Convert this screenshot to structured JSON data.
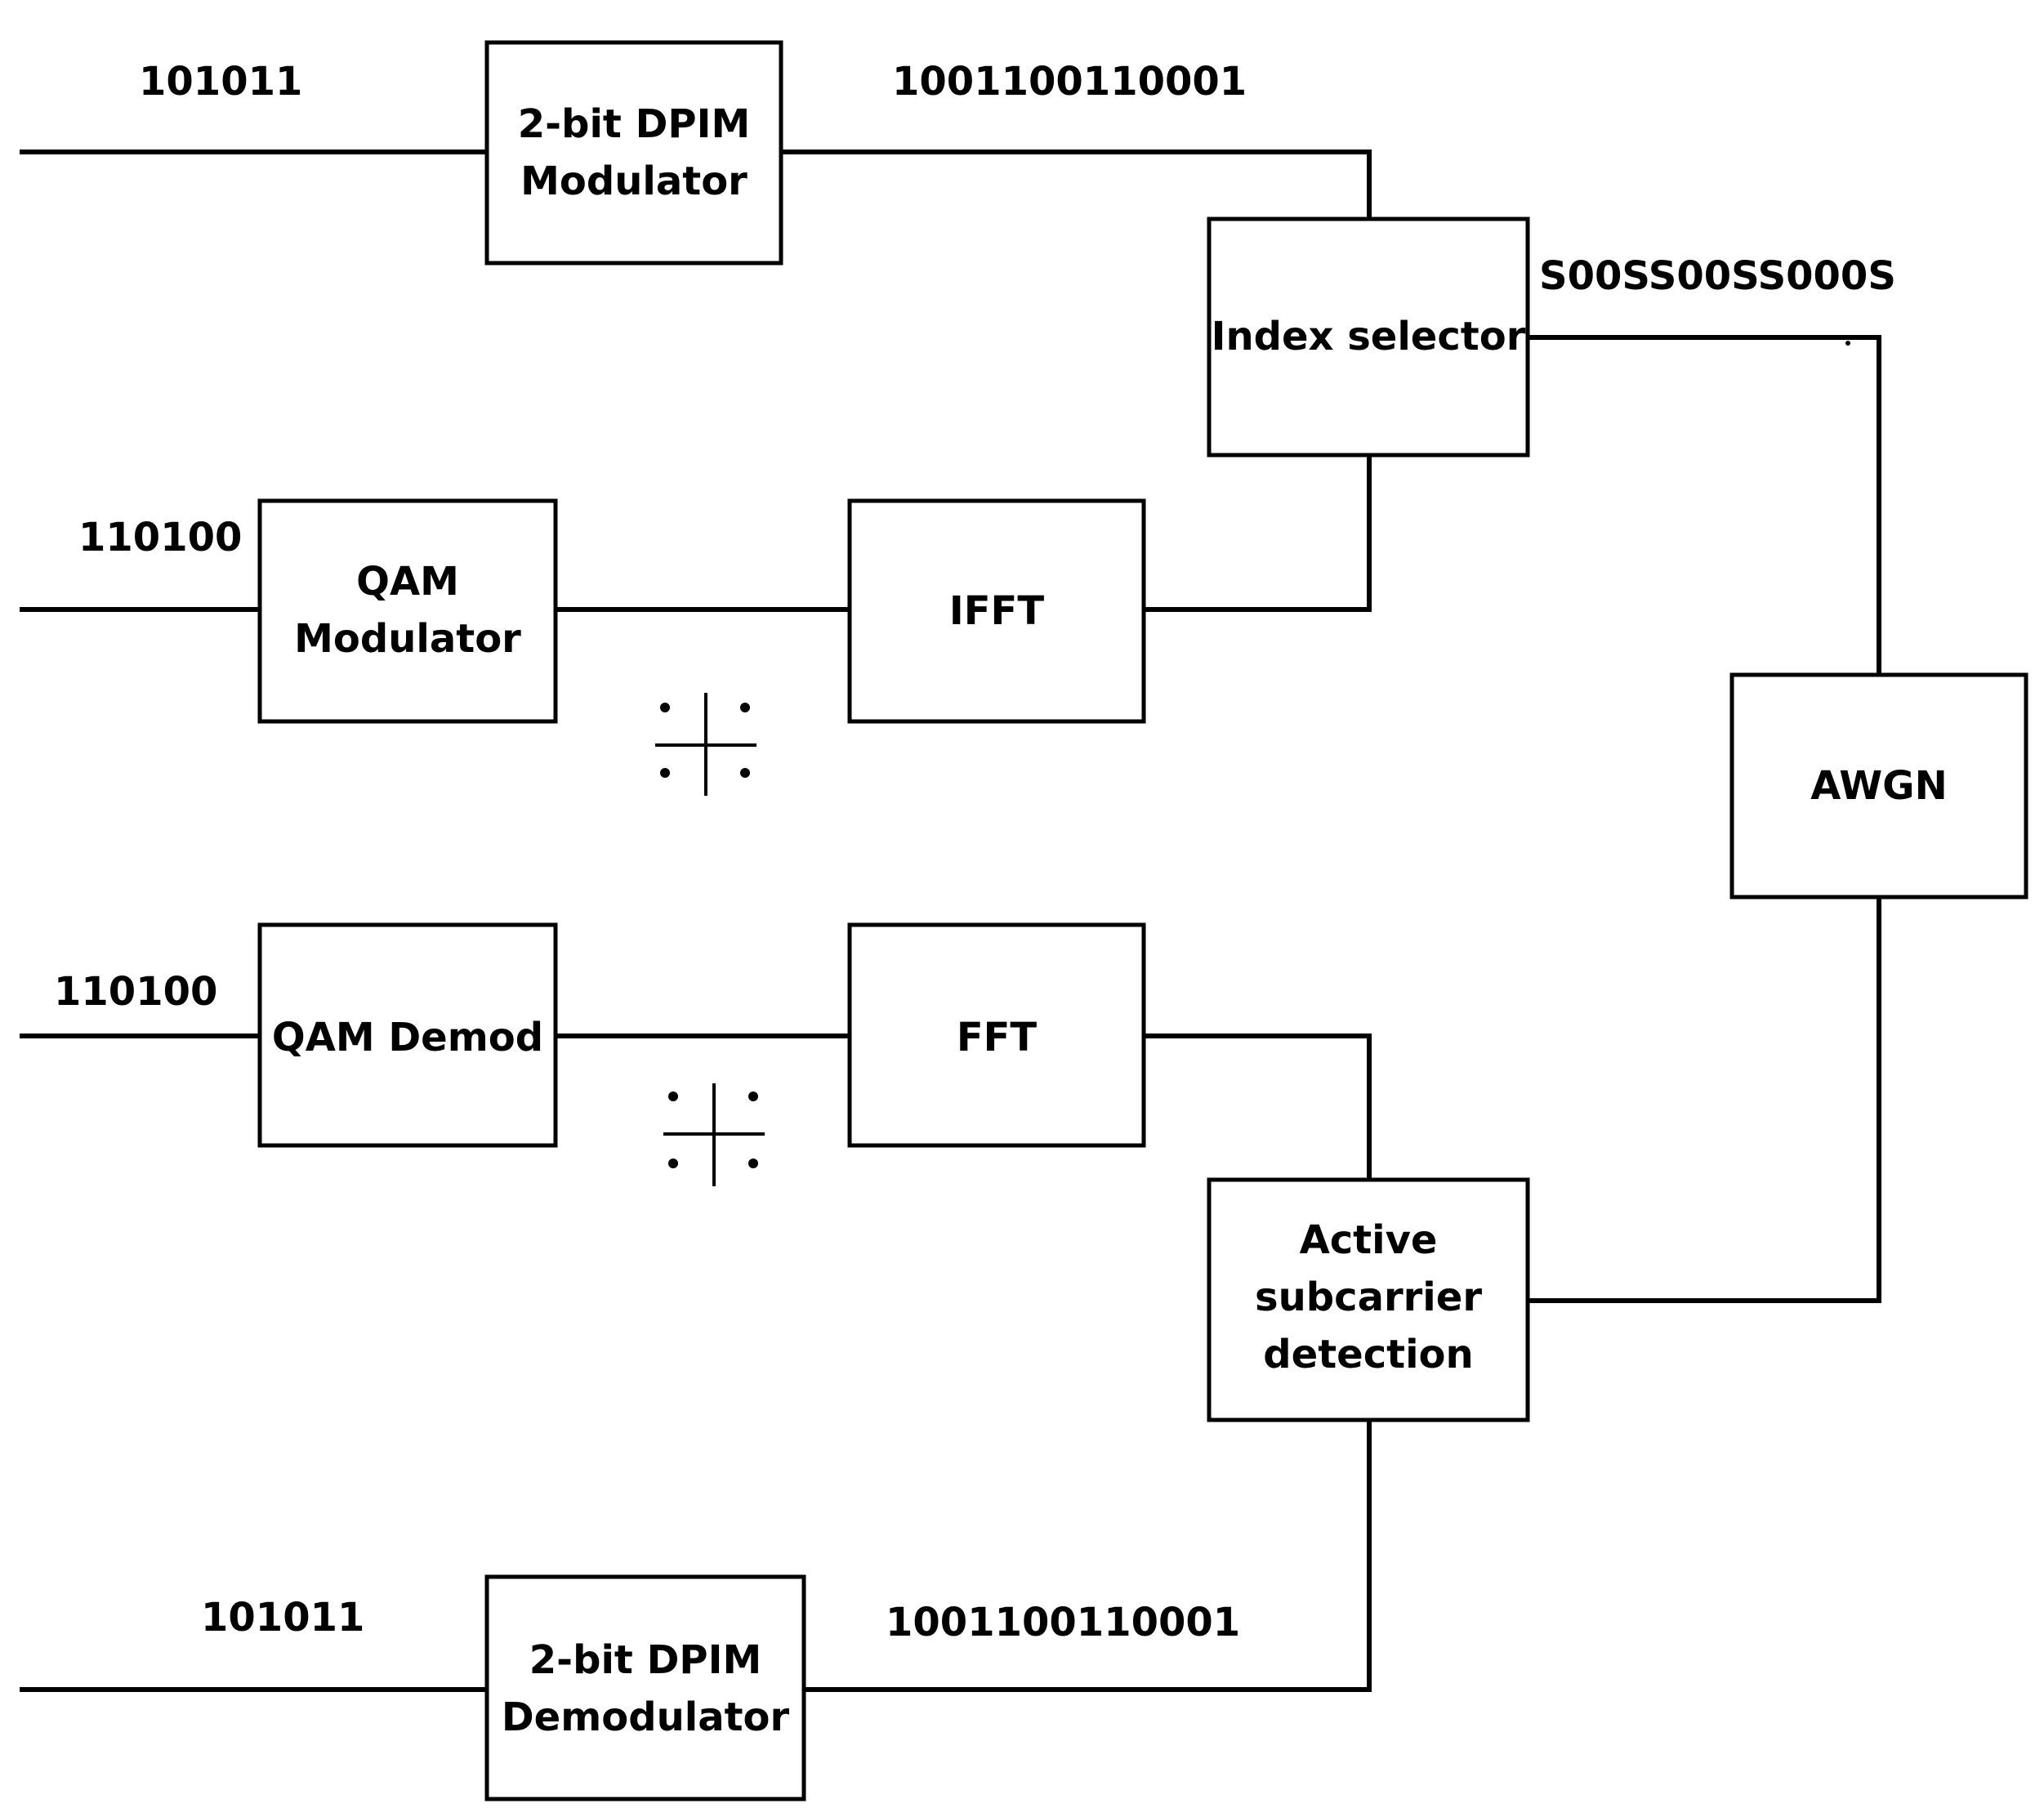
{
  "blocks": {
    "dpim_mod": [
      "2-bit DPIM",
      "Modulator"
    ],
    "qam_mod": [
      "QAM",
      "Modulator"
    ],
    "ifft": [
      "IFFT"
    ],
    "index_selector": [
      "Index selector"
    ],
    "awgn": [
      "AWGN"
    ],
    "qam_demod": [
      "QAM Demod"
    ],
    "fft": [
      "FFT"
    ],
    "active_detection": [
      "Active",
      "subcarrier",
      "detection"
    ],
    "dpim_demod": [
      "2-bit DPIM",
      "Demodulator"
    ]
  },
  "signals": {
    "tx_dpim_input": "101011",
    "tx_dpim_output": "1001100110001",
    "tx_qam_input": "110100",
    "selector_output": "S00SS00SS000S",
    "rx_qam_output": "110100",
    "rx_dpim_output": "101011",
    "rx_dpim_input": "1001100110001"
  }
}
